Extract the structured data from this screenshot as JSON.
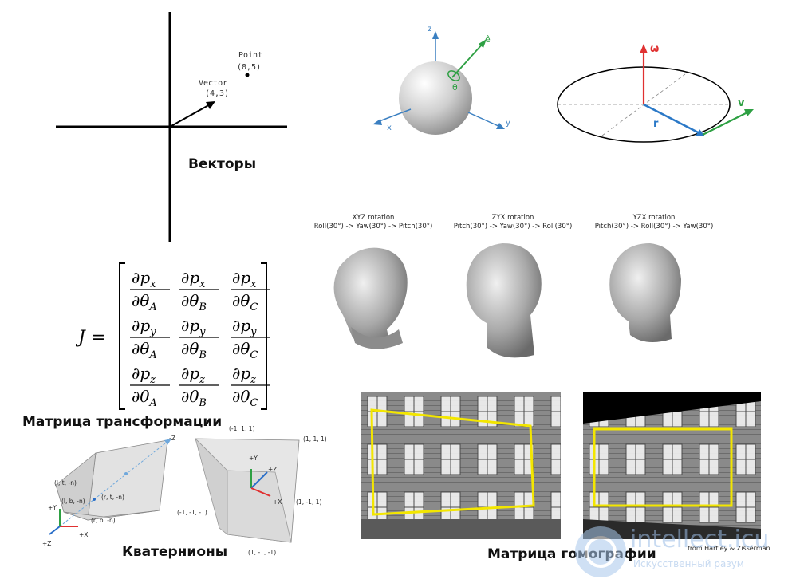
{
  "vectors": {
    "caption": "Векторы",
    "point_label": "Point",
    "point_coords": "(8,5)",
    "vector_label": "Vector",
    "vector_coords": "(4,3)"
  },
  "sphere": {
    "axis_z": "z",
    "axis_x": "x",
    "axis_y": "y",
    "axis_e": "ê",
    "angle": "θ"
  },
  "ellipse": {
    "omega": "ω",
    "v": "v",
    "r": "r"
  },
  "rotations": [
    {
      "title": "XYZ rotation",
      "sequence": "Roll(30°) -> Yaw(30°) -> Pitch(30°)"
    },
    {
      "title": "ZYX rotation",
      "sequence": "Pitch(30°) -> Yaw(30°) -> Roll(30°)"
    },
    {
      "title": "YZX rotation",
      "sequence": "Pitch(30°) -> Roll(30°) -> Yaw(30°)"
    }
  ],
  "jacobian": {
    "caption": "Матрица трансформации",
    "lhs": "J =",
    "rows": [
      [
        {
          "num": "∂p",
          "nsub": "x",
          "den": "∂θ",
          "dsub": "A"
        },
        {
          "num": "∂p",
          "nsub": "x",
          "den": "∂θ",
          "dsub": "B"
        },
        {
          "num": "∂p",
          "nsub": "x",
          "den": "∂θ",
          "dsub": "C"
        }
      ],
      [
        {
          "num": "∂p",
          "nsub": "y",
          "den": "∂θ",
          "dsub": "A"
        },
        {
          "num": "∂p",
          "nsub": "y",
          "den": "∂θ",
          "dsub": "B"
        },
        {
          "num": "∂p",
          "nsub": "y",
          "den": "∂θ",
          "dsub": "C"
        }
      ],
      [
        {
          "num": "∂p",
          "nsub": "z",
          "den": "∂θ",
          "dsub": "A"
        },
        {
          "num": "∂p",
          "nsub": "z",
          "den": "∂θ",
          "dsub": "B"
        },
        {
          "num": "∂p",
          "nsub": "z",
          "den": "∂θ",
          "dsub": "C"
        }
      ]
    ]
  },
  "quaternions": {
    "caption": "Кватернионы",
    "frustum_labels": [
      "-Z",
      "(l, t, -n)",
      "(r, t, -n)",
      "(l, b, -n)",
      "(r, b, -n)",
      "+Y",
      "+X",
      "+Z"
    ],
    "cube_labels": [
      "(-1, 1, 1)",
      "(1, 1, 1)",
      "+Y",
      "+Z",
      "+X",
      "(1, -1, 1)",
      "(-1, -1, -1)",
      "(1, -1, -1)"
    ]
  },
  "homography": {
    "caption": "Матрица гомографии",
    "credit": "from Hartley & Zisserman"
  },
  "watermark": {
    "name": "intellect.icu",
    "tagline": "Искусственный разум"
  },
  "colors": {
    "axis_blue": "#3a7fc1",
    "axis_green": "#2ea043",
    "axis_red": "#e03131",
    "highlight_yellow": "#f3e600"
  }
}
